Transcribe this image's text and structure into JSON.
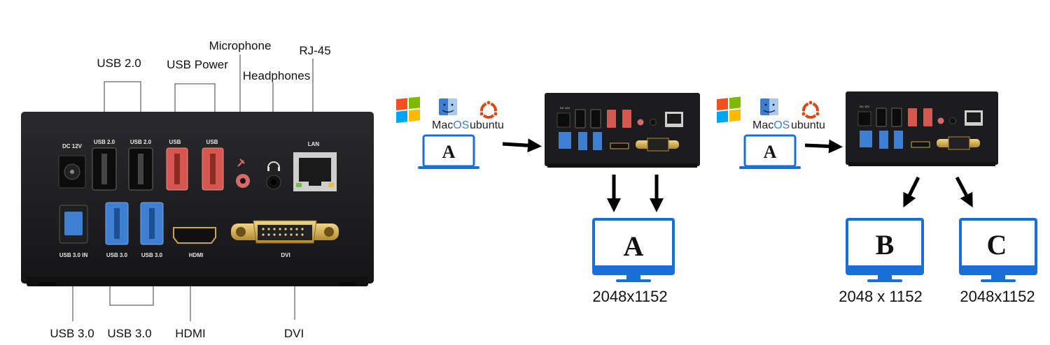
{
  "callouts": {
    "usb20": "USB 2.0",
    "usb_power": "USB Power",
    "microphone": "Microphone",
    "headphones": "Headphones",
    "rj45": "RJ-45",
    "usb30_left": "USB 3.0",
    "usb30_pair": "USB 3.0",
    "hdmi": "HDMI",
    "dvi": "DVI"
  },
  "dock_labels": {
    "dc": "DC 12V",
    "usb20_a": "USB 2.0",
    "usb20_b": "USB 2.0",
    "usb_pwr_a": "USB",
    "usb_pwr_b": "USB",
    "lan": "LAN",
    "usb30_in": "USB 3.0 IN",
    "usb30_a": "USB 3.0",
    "usb30_b": "USB 3.0",
    "hdmi": "HDMI",
    "dvi": "DVI"
  },
  "os": {
    "mac_prefix": "Mac",
    "mac_suffix": "OS",
    "ubuntu": "ubuntu"
  },
  "scenario1": {
    "laptop_letter": "A",
    "monitor_letter": "A",
    "monitor_resolution": "2048x1152"
  },
  "scenario2": {
    "laptop_letter": "A",
    "monitor_b_letter": "B",
    "monitor_b_resolution": "2048 x 1152",
    "monitor_c_letter": "C",
    "monitor_c_resolution": "2048x1152"
  },
  "colors": {
    "dock_body": "#1c1c1e",
    "usb30_blue": "#3f7fd1",
    "usb_power_red": "#d5574f",
    "monitor_blue": "#1a6fd6",
    "windows_red": "#f25022",
    "windows_green": "#7fba00",
    "windows_blue": "#00a4ef",
    "windows_yellow": "#ffb900",
    "ubuntu_orange": "#dd4814"
  },
  "icons": [
    "windows-logo-icon",
    "macos-finder-icon",
    "ubuntu-logo-icon",
    "laptop-icon",
    "monitor-icon",
    "arrow-icon"
  ]
}
